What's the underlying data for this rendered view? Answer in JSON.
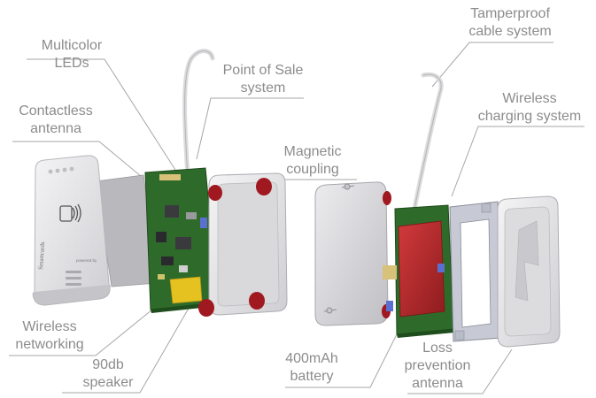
{
  "labels": {
    "multicolor_leds": [
      "Multicolor",
      "LEDs"
    ],
    "contactless_antenna": [
      "Contactless",
      "antenna"
    ],
    "point_of_sale": [
      "Point of Sale",
      "system"
    ],
    "magnetic_coupling": [
      "Magnetic",
      "coupling"
    ],
    "tamperproof_cable": [
      "Tamperproof",
      "cable system"
    ],
    "wireless_charging": [
      "Wireless",
      "charging system"
    ],
    "wireless_networking": [
      "Wireless",
      "networking"
    ],
    "speaker": [
      "90db",
      "speaker"
    ],
    "battery": [
      "400mAh",
      "battery"
    ],
    "loss_prevention": [
      "Loss",
      "prevention",
      "antenna"
    ]
  },
  "device_brand": "Smartcards",
  "device_subbrand": "powered by",
  "colors": {
    "label_text": "#8c8c8c",
    "leader_line": "#a6a6a6",
    "pcb_green": "#2e6b2a",
    "battery_red": "#b8272a",
    "magnet_red": "#a01820",
    "speaker_yellow": "#e5c21f",
    "housing": "#e6e6e8",
    "housing_shade": "#c8c8cc"
  }
}
